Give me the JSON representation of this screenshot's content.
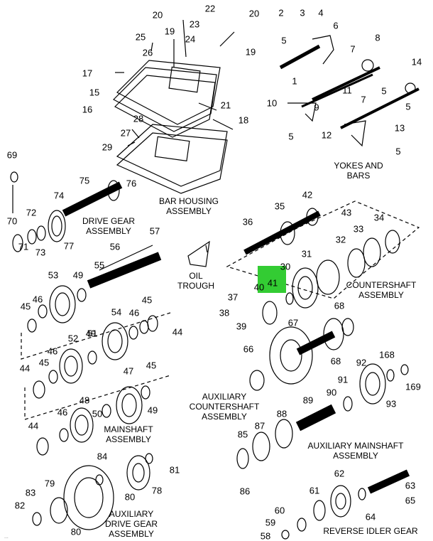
{
  "highlight_color": "#33cc33",
  "part_numbers": [
    "1",
    "2",
    "3",
    "4",
    "5",
    "5",
    "5",
    "5",
    "5",
    "6",
    "7",
    "7",
    "8",
    "9",
    "10",
    "11",
    "12",
    "13",
    "14",
    "15",
    "16",
    "17",
    "18",
    "19",
    "19",
    "20",
    "20",
    "21",
    "22",
    "23",
    "24",
    "25",
    "26",
    "27",
    "28",
    "29",
    "30",
    "31",
    "32",
    "33",
    "34",
    "35",
    "36",
    "37",
    "38",
    "39",
    "40",
    "41",
    "42",
    "43",
    "44",
    "44",
    "44",
    "45",
    "45",
    "45",
    "45",
    "46",
    "46",
    "46",
    "46",
    "47",
    "48",
    "49",
    "49",
    "49",
    "50",
    "51",
    "52",
    "53",
    "54",
    "55",
    "56",
    "57",
    "58",
    "59",
    "60",
    "61",
    "62",
    "63",
    "64",
    "65",
    "66",
    "67",
    "68",
    "68",
    "69",
    "70",
    "71",
    "72",
    "73",
    "74",
    "75",
    "76",
    "77",
    "78",
    "79",
    "80",
    "80",
    "81",
    "82",
    "83",
    "84",
    "85",
    "86",
    "87",
    "88",
    "89",
    "90",
    "91",
    "92",
    "93",
    "168",
    "169"
  ],
  "captions": {
    "yokes": [
      "YOKES AND",
      "BARS"
    ],
    "bar_housing": [
      "BAR HOUSING",
      "ASSEMBLY"
    ],
    "drive_gear": [
      "DRIVE GEAR",
      "ASSEMBLY"
    ],
    "oil_trough": [
      "OIL",
      "TROUGH"
    ],
    "countershaft": [
      "COUNTERSHAFT",
      "ASSEMBLY"
    ],
    "aux_countershaft": [
      "AUXILIARY",
      "COUNTERSHAFT",
      "ASSEMBLY"
    ],
    "mainshaft": [
      "MAINSHAFT",
      "ASSEMBLY"
    ],
    "aux_mainshaft": [
      "AUXILIARY MAINSHAFT",
      "ASSEMBLY"
    ],
    "aux_drive_gear": [
      "AUXILIARY",
      "DRIVE GEAR",
      "ASSEMBLY"
    ],
    "reverse_idler": [
      "REVERSE IDLER GEAR"
    ]
  },
  "footer": "..."
}
